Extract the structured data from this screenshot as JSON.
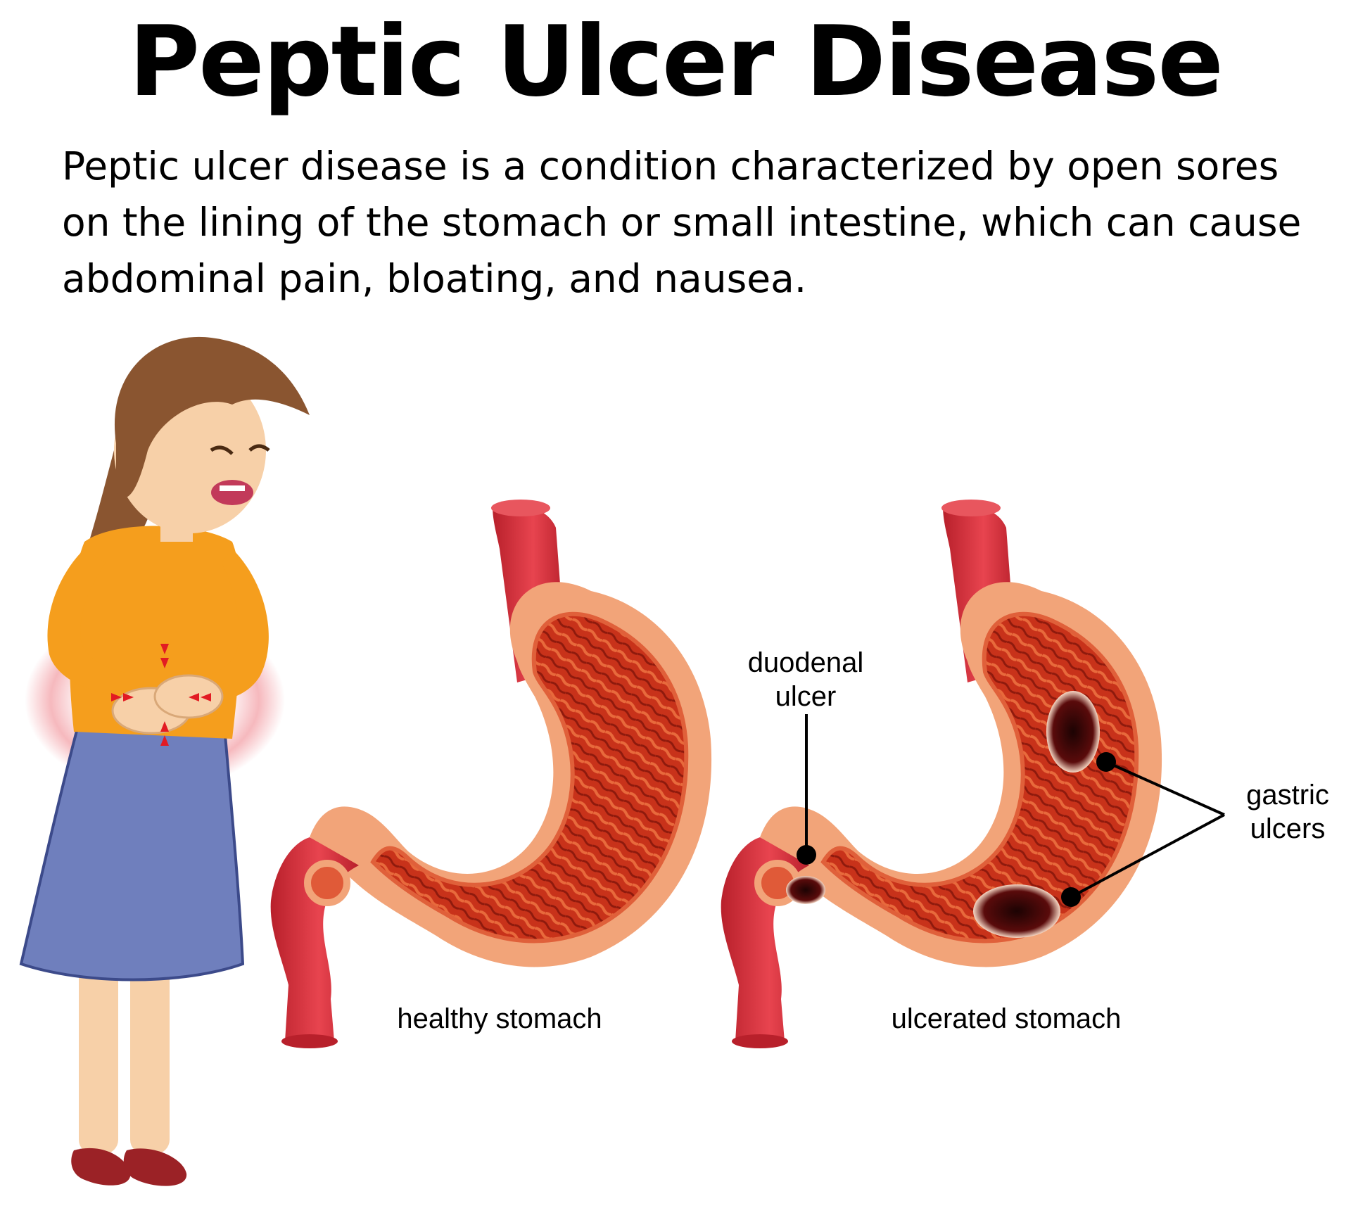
{
  "title": "Peptic Ulcer Disease",
  "description": "Peptic ulcer disease is a condition characterized by open sores on the lining of the stomach or small intestine, which can cause abdominal pain, bloating, and nausea.",
  "illustration": {
    "person": "woman-holding-stomach-in-pain",
    "colors": {
      "stomach_wall": "#f2a479",
      "stomach_inner": "#c8321a",
      "esophagus": "#d62f3a",
      "shirt": "#f59e1d",
      "skirt": "#6f7fbd",
      "hair": "#8a5530",
      "ulcer": "#3a0707",
      "pain_glow": "#f4a7ad"
    }
  },
  "labels": {
    "healthy_stomach": "healthy stomach",
    "ulcerated_stomach": "ulcerated stomach",
    "duodenal_ulcer": "duodenal ulcer",
    "gastric_ulcers": "gastric ulcers"
  }
}
